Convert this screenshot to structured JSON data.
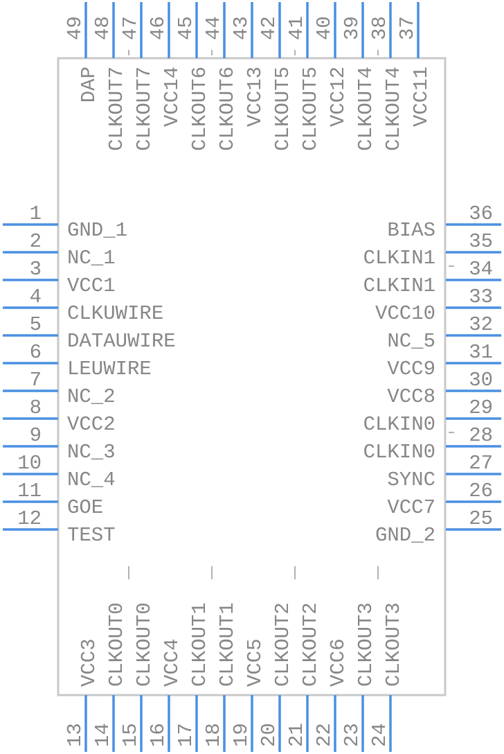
{
  "colors": {
    "pin": "#4a90e2",
    "text": "#878787",
    "body_outline": "#c8c8c8",
    "background": "#ffffff"
  },
  "pins": {
    "left": [
      {
        "num": "1",
        "name": "GND_1"
      },
      {
        "num": "2",
        "name": "NC_1"
      },
      {
        "num": "3",
        "name": "VCC1"
      },
      {
        "num": "4",
        "name": "CLKUWIRE"
      },
      {
        "num": "5",
        "name": "DATAUWIRE"
      },
      {
        "num": "6",
        "name": "LEUWIRE"
      },
      {
        "num": "7",
        "name": "NC_2"
      },
      {
        "num": "8",
        "name": "VCC2"
      },
      {
        "num": "9",
        "name": "NC_3"
      },
      {
        "num": "10",
        "name": "NC_4"
      },
      {
        "num": "11",
        "name": "GOE"
      },
      {
        "num": "12",
        "name": "TEST"
      }
    ],
    "bottom": [
      {
        "num": "13",
        "name": "VCC3"
      },
      {
        "num": "14",
        "name": "CLKOUT0"
      },
      {
        "num": "15",
        "name": "CLKOUT0",
        "overline": true
      },
      {
        "num": "16",
        "name": "VCC4"
      },
      {
        "num": "17",
        "name": "CLKOUT1"
      },
      {
        "num": "18",
        "name": "CLKOUT1",
        "overline": true
      },
      {
        "num": "19",
        "name": "VCC5"
      },
      {
        "num": "20",
        "name": "CLKOUT2"
      },
      {
        "num": "21",
        "name": "CLKOUT2",
        "overline": true
      },
      {
        "num": "22",
        "name": "VCC6"
      },
      {
        "num": "23",
        "name": "CLKOUT3"
      },
      {
        "num": "24",
        "name": "CLKOUT3",
        "overline": true
      }
    ],
    "right": [
      {
        "num": "25",
        "name": "GND_2"
      },
      {
        "num": "26",
        "name": "VCC7"
      },
      {
        "num": "27",
        "name": "SYNC"
      },
      {
        "num": "28",
        "name": "CLKIN0",
        "overline": true
      },
      {
        "num": "29",
        "name": "CLKIN0"
      },
      {
        "num": "30",
        "name": "VCC8"
      },
      {
        "num": "31",
        "name": "VCC9"
      },
      {
        "num": "32",
        "name": "NC_5"
      },
      {
        "num": "33",
        "name": "VCC10"
      },
      {
        "num": "34",
        "name": "CLKIN1",
        "overline": true
      },
      {
        "num": "35",
        "name": "CLKIN1"
      },
      {
        "num": "36",
        "name": "BIAS"
      }
    ],
    "top": [
      {
        "num": "37",
        "name": "VCC11"
      },
      {
        "num": "38",
        "name": "CLKOUT4",
        "overline": true
      },
      {
        "num": "39",
        "name": "CLKOUT4"
      },
      {
        "num": "40",
        "name": "VCC12"
      },
      {
        "num": "41",
        "name": "CLKOUT5",
        "overline": true
      },
      {
        "num": "42",
        "name": "CLKOUT5"
      },
      {
        "num": "43",
        "name": "VCC13"
      },
      {
        "num": "44",
        "name": "CLKOUT6",
        "overline": true
      },
      {
        "num": "45",
        "name": "CLKOUT6"
      },
      {
        "num": "46",
        "name": "VCC14"
      },
      {
        "num": "47",
        "name": "CLKOUT7",
        "overline": true
      },
      {
        "num": "48",
        "name": "CLKOUT7"
      },
      {
        "num": "49",
        "name": "DAP"
      }
    ]
  }
}
